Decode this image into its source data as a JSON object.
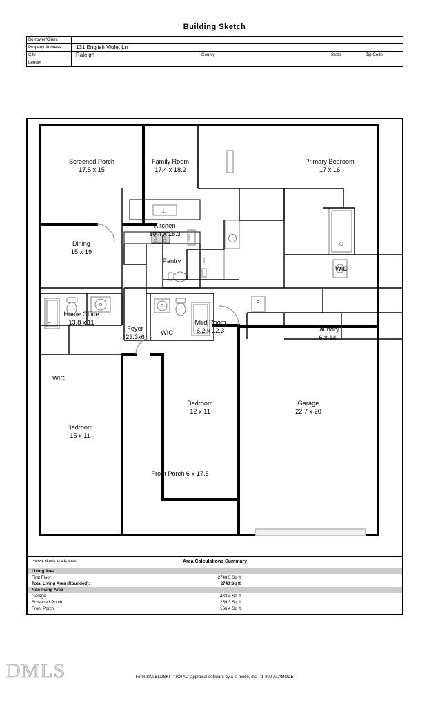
{
  "document": {
    "title": "Building Sketch",
    "footer_note": "Form SKT.BLDSKI - \"TOTAL\" appraisal software by a la mode, inc. - 1-800-ALAMODE",
    "watermark": "DMLS"
  },
  "header_fields": {
    "borrower_label": "Borrower/Client",
    "borrower_value": "",
    "property_address_label": "Property Address",
    "property_address_value": "131 English Violet Ln",
    "city_label": "City",
    "city_value": "Raleigh",
    "county_label": "County",
    "county_value": "",
    "state_label": "State",
    "state_value": "",
    "zip_label": "Zip Code",
    "zip_value": "",
    "lender_label": "Lender",
    "lender_value": ""
  },
  "floor_plan": {
    "rooms": [
      {
        "name": "Screened Porch",
        "dims": "17.5 x 15"
      },
      {
        "name": "Family Room",
        "dims": "17.4 x 18.2"
      },
      {
        "name": "Primary Bedroom",
        "dims": "17 x 16"
      },
      {
        "name": "Dining",
        "dims": "15 x 19"
      },
      {
        "name": "Kitchen",
        "dims": "10.4 x 16.3"
      },
      {
        "name": "WIC",
        "dims": ""
      },
      {
        "name": "Pantry",
        "dims": ""
      },
      {
        "name": "Home Office",
        "dims": "13.8 x 11"
      },
      {
        "name": "Foyer",
        "dims": "23.3x6"
      },
      {
        "name": "WIC",
        "dims": ""
      },
      {
        "name": "Mud Room",
        "dims": "6.2 x 12.3"
      },
      {
        "name": "Laundry",
        "dims": "6 x 14"
      },
      {
        "name": "WIC",
        "dims": ""
      },
      {
        "name": "Bedroom",
        "dims": "15 x 11"
      },
      {
        "name": "Bedroom",
        "dims": "12 x 11"
      },
      {
        "name": "Front Porch 6 x 17.5",
        "dims": ""
      },
      {
        "name": "Garage",
        "dims": "22.7 x 20"
      }
    ]
  },
  "summary": {
    "credit": "TOTAL Sketch by a la mode",
    "title": "Area Calculations Summary",
    "sections": [
      {
        "heading": "Living Area"
      },
      {
        "heading": "Non-living Area"
      }
    ],
    "living_heading": "Living Area",
    "nonliving_heading": "Non-living Area",
    "rows": [
      {
        "label": "First Floor",
        "value": "2740.5 Sq ft"
      },
      {
        "label": "Total Living Area (Rounded):",
        "value": "2740 Sq ft"
      },
      {
        "label": "Garage",
        "value": "483.4 Sq ft"
      },
      {
        "label": "Screened Porch",
        "value": "259.3 Sq ft"
      },
      {
        "label": "Front Porch",
        "value": "156.4 Sq ft"
      }
    ]
  },
  "colors": {
    "wall": "#000000",
    "fixture_outline": "#808080",
    "section_band": "#cccccc",
    "garage_door": "#e8e8e8"
  }
}
